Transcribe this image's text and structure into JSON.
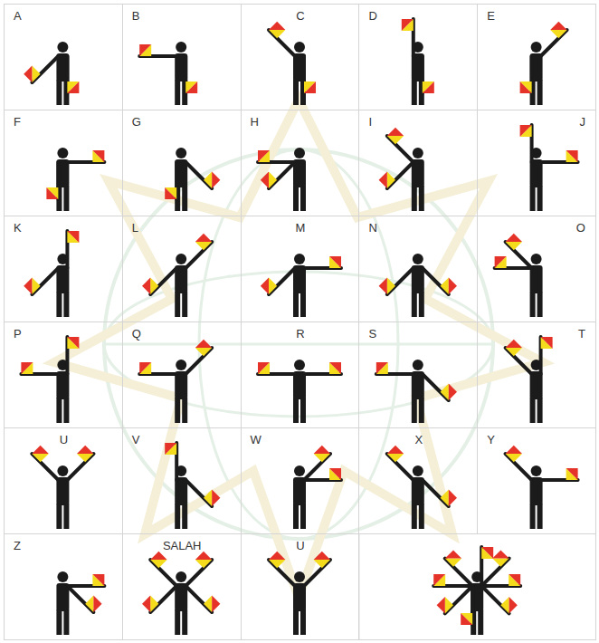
{
  "diagram": {
    "nodes": [
      {
        "text": [
          "A"
        ]
      },
      {
        "text": [
          "B"
        ]
      },
      {
        "text": [
          "C"
        ]
      },
      {
        "text": [
          "D"
        ]
      },
      {
        "text": [
          "E"
        ]
      },
      {
        "text": [
          "F"
        ]
      },
      {
        "text": [
          "G"
        ]
      },
      {
        "text": [
          "H"
        ]
      },
      {
        "text": [
          "I"
        ]
      },
      {
        "text": [
          "J"
        ]
      },
      {
        "text": [
          "K"
        ]
      },
      {
        "text": [
          "L"
        ]
      },
      {
        "text": [
          "M"
        ]
      },
      {
        "text": [
          "N"
        ]
      },
      {
        "text": [
          "O"
        ]
      },
      {
        "text": [
          "P"
        ]
      },
      {
        "text": [
          "Q"
        ]
      },
      {
        "text": [
          "R"
        ]
      },
      {
        "text": [
          "S"
        ]
      },
      {
        "text": [
          "T"
        ]
      },
      {
        "text": [
          "U"
        ]
      },
      {
        "text": [
          "V"
        ]
      },
      {
        "text": [
          "W"
        ]
      },
      {
        "text": [
          "X"
        ]
      },
      {
        "text": [
          "Y"
        ]
      },
      {
        "text": [
          "Z"
        ]
      },
      {
        "text": [
          "SALAH"
        ]
      },
      {
        "text": [
          "U"
        ]
      }
    ]
  }
}
